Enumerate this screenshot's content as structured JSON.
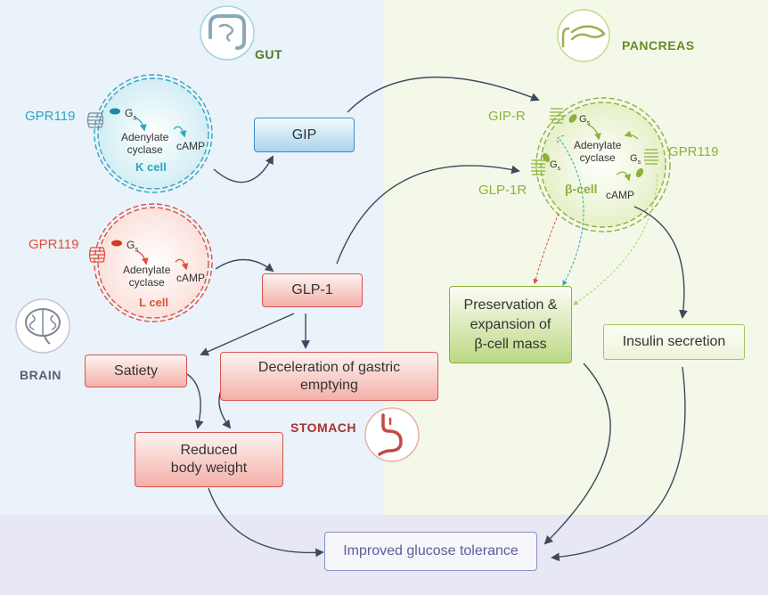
{
  "regions": {
    "gut": "GUT",
    "pancreas": "PANCREAS",
    "brain": "BRAIN",
    "stomach": "STOMACH"
  },
  "k_cell": {
    "receptor": "GPR119",
    "gs": "G",
    "gs_sub": "s",
    "enzyme_line1": "Adenylate",
    "enzyme_line2": "cyclase",
    "camp": "cAMP",
    "name": "K cell"
  },
  "l_cell": {
    "receptor": "GPR119",
    "gs": "G",
    "gs_sub": "s",
    "enzyme_line1": "Adenylate",
    "enzyme_line2": "cyclase",
    "camp": "cAMP",
    "name": "L cell"
  },
  "beta_cell": {
    "gipr": "GIP-R",
    "glp1r": "GLP-1R",
    "gpr119": "GPR119",
    "gs": "G",
    "gs_sub": "s",
    "enzyme_line1": "Adenylate",
    "enzyme_line2": "cyclase",
    "camp": "cAMP",
    "name": "β-cell"
  },
  "boxes": {
    "gip": "GIP",
    "glp1": "GLP-1",
    "satiety": "Satiety",
    "gastric_line1": "Deceleration of gastric",
    "gastric_line2": "emptying",
    "weight_line1": "Reduced",
    "weight_line2": "body weight",
    "beta_mass_line1": "Preservation &",
    "beta_mass_line2": "expansion of",
    "beta_mass_line3": "β-cell mass",
    "insulin": "Insulin secretion",
    "glucose": "Improved glucose tolerance"
  },
  "icons": {
    "gut": "intestine-icon",
    "pancreas": "pancreas-icon",
    "brain": "brain-icon",
    "stomach": "stomach-icon"
  },
  "colors": {
    "k_cell": "#2aa7c0",
    "l_cell": "#e0503c",
    "beta_cell": "#8cb23a",
    "arrow": "#3d4a5c",
    "gut_bg": "#eaf2fa",
    "pancreas_bg": "#f4f8e9",
    "bottom_bg": "#e7e8f4"
  }
}
